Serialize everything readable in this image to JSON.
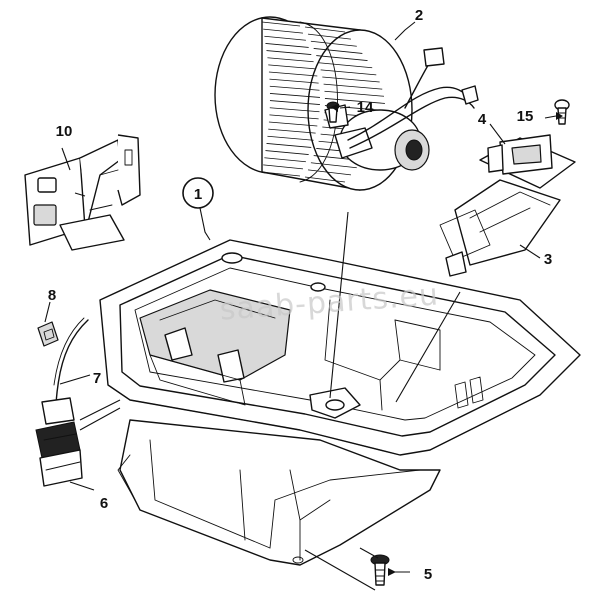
{
  "watermark": "saab-parts.eu",
  "callouts": {
    "c1": "1",
    "c2": "2",
    "c3": "3",
    "c4": "4",
    "c5": "5",
    "c6": "6",
    "c7": "7",
    "c8": "8",
    "c10": "10",
    "c14": "14",
    "c15": "15"
  }
}
